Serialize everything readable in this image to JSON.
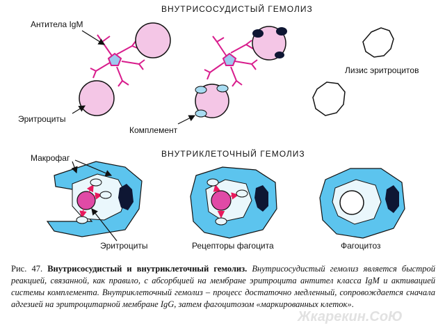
{
  "titles": {
    "intravascular": "ВНУТРИСОСУДИСТЫЙ ГЕМОЛИЗ",
    "intracellular": "ВНУТРИКЛЕТОЧНЫЙ ГЕМОЛИЗ"
  },
  "labels": {
    "antibodies": "Антитела IgM",
    "erythrocytes_top": "Эритроциты",
    "complement": "Комплемент",
    "lysis": "Лизис эритроцитов",
    "macrophage": "Макрофаг",
    "erythrocytes_bottom": "Эритроциты",
    "phagocyte_receptors": "Рецепторы фагоцита",
    "phagocytosis": "Фагоцитоз"
  },
  "caption": {
    "prefix": "Рис. 47.",
    "bold": "Внутрисосудистый и внутриклеточный гемолиз.",
    "italic_1": "Внутрисосудистый гемолиз является быстрой реакцией, связанной, как правило, с абсорбцией на мембране эритроцита антител класса IgM и активацией системы комплемента. Внутриклеточный гемолиз – процесс достаточно медленный, сопровождается сначала адгезией на эритроцитарной мембране IgG, затем фагоцитозом «маркированных клеток»",
    "end": "."
  },
  "watermark": "Жкарекин.СоЮ",
  "colors": {
    "cell_fill": "#f4c6e6",
    "antibody": "#d81c8c",
    "pentamer_core": "#9ec9ef",
    "complement": "#a8dcf2",
    "macrophage": "#5cc4ee",
    "nucleus": "#0e1633",
    "red_cell_inside": "#e04aa6",
    "arrow": "#e8195c"
  }
}
